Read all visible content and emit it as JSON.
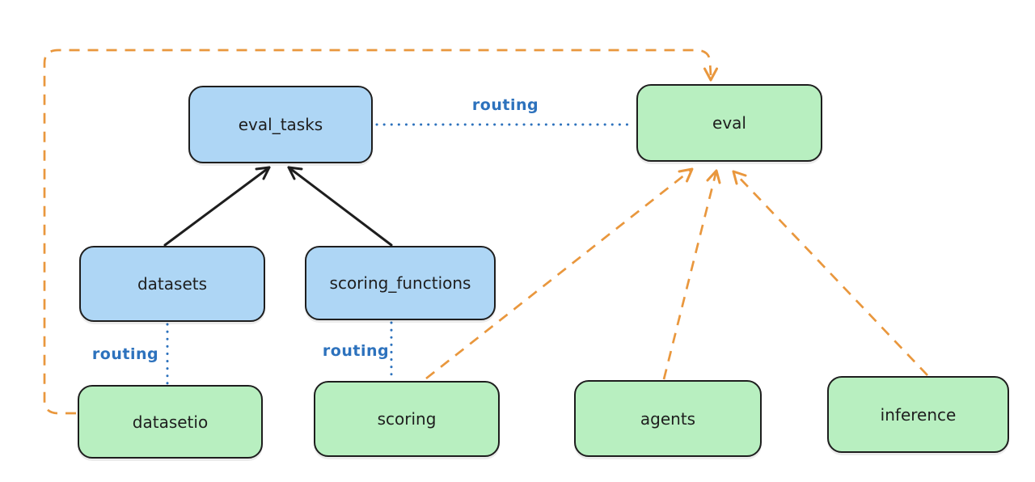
{
  "nodes": [
    {
      "id": "eval_tasks",
      "label": "eval_tasks",
      "kind": "blue"
    },
    {
      "id": "eval",
      "label": "eval",
      "kind": "green"
    },
    {
      "id": "datasets",
      "label": "datasets",
      "kind": "blue"
    },
    {
      "id": "scoring_functions",
      "label": "scoring_functions",
      "kind": "blue"
    },
    {
      "id": "datasetio",
      "label": "datasetio",
      "kind": "green"
    },
    {
      "id": "scoring",
      "label": "scoring",
      "kind": "green"
    },
    {
      "id": "agents",
      "label": "agents",
      "kind": "green"
    },
    {
      "id": "inference",
      "label": "inference",
      "kind": "green"
    }
  ],
  "edges": [
    {
      "from": "datasets",
      "to": "eval_tasks",
      "style": "solid",
      "color": "black",
      "label": ""
    },
    {
      "from": "scoring_functions",
      "to": "eval_tasks",
      "style": "solid",
      "color": "black",
      "label": ""
    },
    {
      "from": "eval_tasks",
      "to": "eval",
      "style": "dotted",
      "color": "blue",
      "label": "routing"
    },
    {
      "from": "datasets",
      "to": "datasetio",
      "style": "dotted",
      "color": "blue",
      "label": "routing"
    },
    {
      "from": "scoring_functions",
      "to": "scoring",
      "style": "dotted",
      "color": "blue",
      "label": "routing"
    },
    {
      "from": "datasetio",
      "to": "eval",
      "style": "dashed",
      "color": "orange",
      "label": ""
    },
    {
      "from": "scoring",
      "to": "eval",
      "style": "dashed",
      "color": "orange",
      "label": ""
    },
    {
      "from": "agents",
      "to": "eval",
      "style": "dashed",
      "color": "orange",
      "label": ""
    },
    {
      "from": "inference",
      "to": "eval",
      "style": "dashed",
      "color": "orange",
      "label": ""
    }
  ],
  "colors": {
    "blue_fill": "#aed6f5",
    "green_fill": "#b8efc0",
    "stroke": "#1e1e1e",
    "orange": "#e9973d",
    "routing_blue": "#2d72bd",
    "canvas_bg": "#ffffff"
  }
}
